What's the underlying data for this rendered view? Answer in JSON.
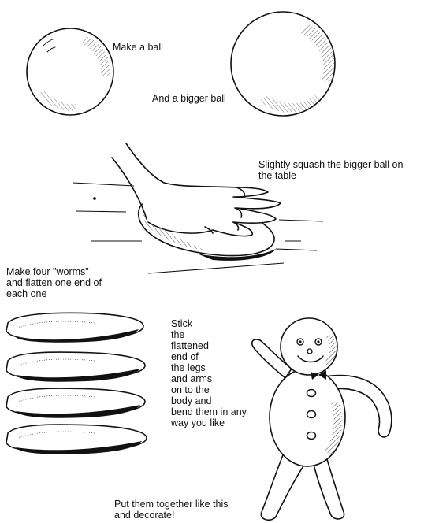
{
  "steps": {
    "make_ball": "Make a ball",
    "bigger_ball": "And a bigger ball",
    "squash": [
      "Slightly squash the bigger ball on",
      "the table"
    ],
    "worms": [
      "Make four \"worms\"",
      "and flatten one end of",
      "each one"
    ],
    "stick": [
      "Stick",
      "the",
      "flattened",
      "end of",
      "the legs",
      "and arms",
      "on to the",
      "body and",
      "bend them in any",
      "way you like"
    ],
    "together": [
      "Put them together like this",
      "and decorate!"
    ]
  }
}
